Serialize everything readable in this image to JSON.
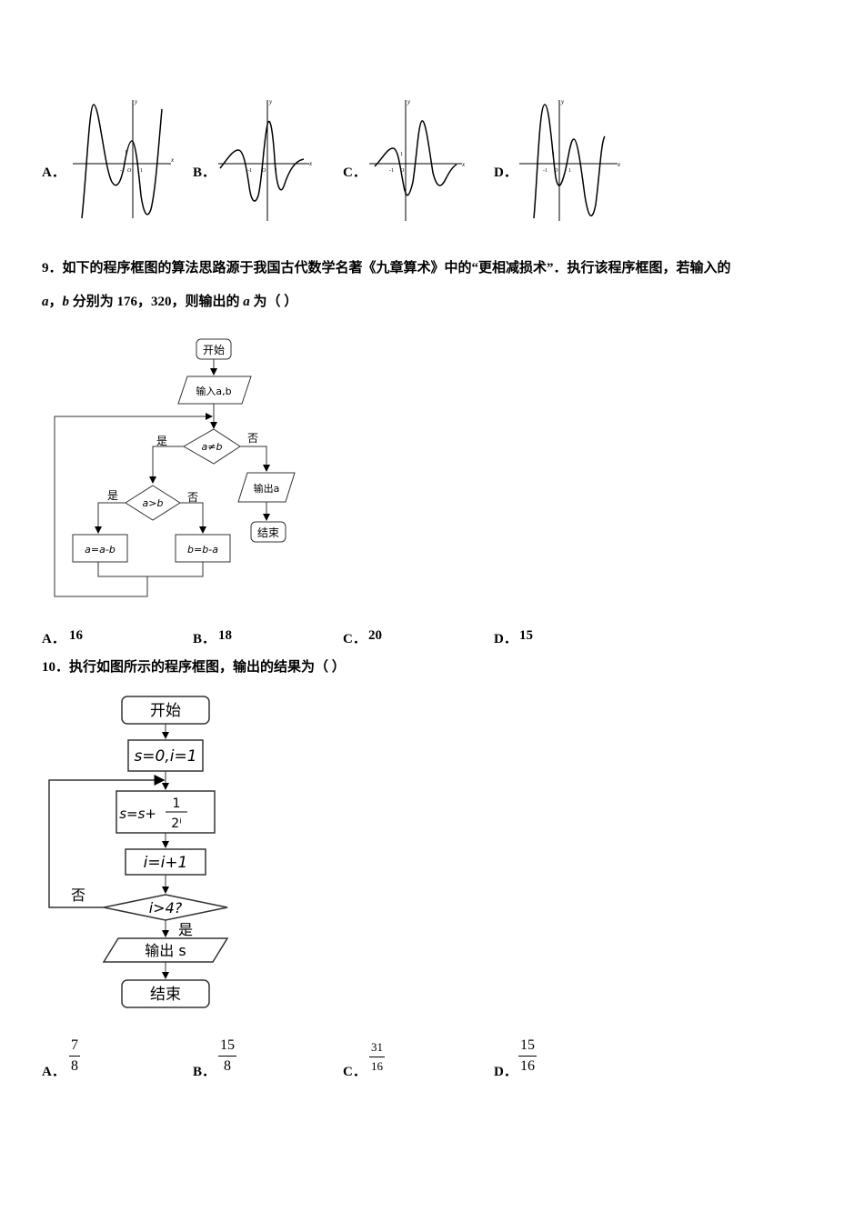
{
  "q8": {
    "options": [
      {
        "label": "A．",
        "tick_neg": "-1",
        "tick_o": "O",
        "tick_pos": "1",
        "tick_one": "1",
        "axis_x": "x",
        "axis_y": "y"
      },
      {
        "label": "B．",
        "tick_neg": "-1",
        "tick_o": "O",
        "tick_pos": "1",
        "tick_one": "1",
        "axis_x": "x",
        "axis_y": "y"
      },
      {
        "label": "C．",
        "tick_neg": "-1",
        "tick_o": "O",
        "tick_pos": "1",
        "tick_one": "1",
        "axis_x": "x",
        "axis_y": "y"
      },
      {
        "label": "D．",
        "tick_neg": "-1",
        "tick_o": "O",
        "tick_pos": "1",
        "tick_one": "1",
        "axis_x": "x",
        "axis_y": "y"
      }
    ]
  },
  "q9": {
    "line1": "9．如下的程序框图的算法思路源于我国古代数学名著《九章算术》中的“更相减损术”．执行该程序框图，若输入的",
    "line2_a": "a",
    "line2_sep": "，",
    "line2_b": "b",
    "line2_rest": " 分别为 176，320，则输出的 ",
    "line2_a2": "a",
    "line2_end": " 为（    ）",
    "flow": {
      "start": "开始",
      "input": "输入a,b",
      "cond1": "a≠b",
      "yes1": "是",
      "no1": "否",
      "cond2": "a>b",
      "yes2": "是",
      "no2": "否",
      "box_left": "a=a-b",
      "box_right": "b=b-a",
      "output": "输出a",
      "end": "结束"
    },
    "options": [
      {
        "label": "A．",
        "value": "16"
      },
      {
        "label": "B．",
        "value": "18"
      },
      {
        "label": "C．",
        "value": "20"
      },
      {
        "label": "D．",
        "value": "15"
      }
    ]
  },
  "q10": {
    "text": "10．执行如图所示的程序框图，输出的结果为（    ）",
    "flow": {
      "start": "开始",
      "init": "s=0,i=1",
      "update_s_prefix": "s=s+",
      "update_s_num": "1",
      "update_s_den": "2ⁱ",
      "update_i": "i=i+1",
      "cond": "i>4?",
      "yes": "是",
      "no": "否",
      "output": "输出 s",
      "end": "结束"
    },
    "options": [
      {
        "label": "A．",
        "num": "7",
        "den": "8"
      },
      {
        "label": "B．",
        "num": "15",
        "den": "8"
      },
      {
        "label": "C．",
        "num": "31",
        "den": "16"
      },
      {
        "label": "D．",
        "num": "15",
        "den": "16"
      }
    ]
  }
}
